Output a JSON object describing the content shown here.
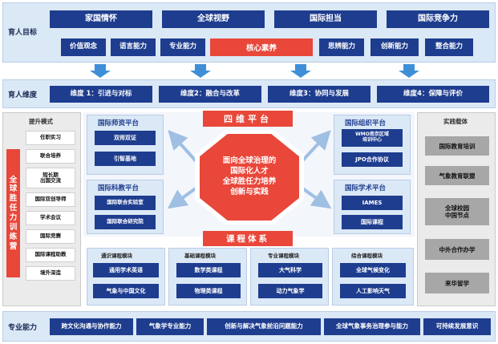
{
  "row1": {
    "label": "育人目标",
    "goals": [
      "家国情怀",
      "全球视野",
      "国际担当",
      "国际竞争力"
    ],
    "abilities_left": [
      "价值观念",
      "语言能力",
      "专业能力"
    ],
    "core": "核心素养",
    "abilities_right": [
      "思辨能力",
      "创新能力",
      "整合能力"
    ]
  },
  "row2": {
    "label": "育人维度",
    "dimensions": [
      "维度 1：引进与对标",
      "维度2：融合与改革",
      "维度3：协同与发展",
      "维度4：保障与评价"
    ]
  },
  "left": {
    "title": "提升模式",
    "side_label": "全球胜任力训练营",
    "items": [
      "任职实习",
      "联合培养",
      "短长期\n出国交流",
      "国际双创导师",
      "学术会议",
      "国际竞赛",
      "国际课程助教",
      "境外深造"
    ]
  },
  "right": {
    "title": "实践载体",
    "items": [
      "国际教育培训",
      "气象教育联盟",
      "全球校园\n中国节点",
      "中外合作办学",
      "来华留学"
    ]
  },
  "center": {
    "four_platform": "四维平台",
    "octagon": "面向全球治理的\n国际化人才\n全球胜任力培养\n创新与实践",
    "course_system": "课程体系"
  },
  "platforms": {
    "teacher": {
      "title": "国际师资平台",
      "items": [
        "双师双证",
        "引智基地"
      ]
    },
    "research": {
      "title": "国际科教平台",
      "items": [
        "国际联合实验室",
        "国际联合研究院"
      ]
    },
    "org": {
      "title": "国际组织平台",
      "items": [
        "WMO南京区域\n培训中心",
        "JPO合作协议"
      ]
    },
    "academic": {
      "title": "国际学术平台",
      "items": [
        "IAMES",
        "国际课程"
      ]
    }
  },
  "modules": [
    {
      "title": "通识课程模块",
      "items": [
        "通用学术英语",
        "气象与中国文化"
      ]
    },
    {
      "title": "基础课程模块",
      "items": [
        "数学类课程",
        "物理类课程"
      ]
    },
    {
      "title": "专业课程模块",
      "items": [
        "大气科学",
        "动力气象学"
      ]
    },
    {
      "title": "综合课程模块",
      "items": [
        "全球气候变化",
        "人工影响天气"
      ]
    }
  ],
  "bottom": {
    "label": "专业能力",
    "items": [
      "跨文化沟通与协作能力",
      "气象学专业能力",
      "创新与解决气象前沿问题能力",
      "全球气象事务治理参与能力",
      "可持续发展意识"
    ]
  },
  "colors": {
    "navy": "#1e3d8f",
    "red": "#e8473a",
    "arrow": "#3f8fd8",
    "band": "#dbe8f6"
  }
}
